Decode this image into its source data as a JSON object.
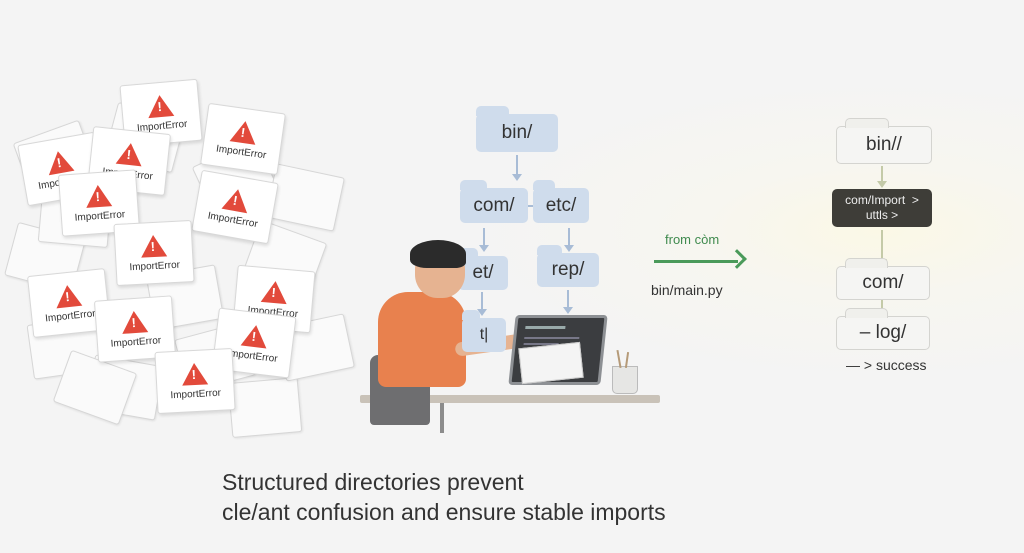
{
  "error_pile": {
    "card_label": "ImportError",
    "card_count": 12
  },
  "messy_tree": {
    "nodes": [
      "bin/",
      "com/",
      "etc/",
      "et/",
      "rep/",
      "t|"
    ]
  },
  "transition": {
    "top_label": "from còm",
    "bottom_label": "bin/main.py",
    "arrow_color": "#4a9a5a"
  },
  "clean_tree": {
    "nodes": [
      "bin//",
      "com/",
      "– log/"
    ],
    "highlight_line1": "com/Import  >",
    "highlight_line2": "uttls >",
    "result": "— > success"
  },
  "caption": {
    "line1": "Structured directories prevent",
    "line2": "cle/ant confusion and ensure stable imports"
  }
}
